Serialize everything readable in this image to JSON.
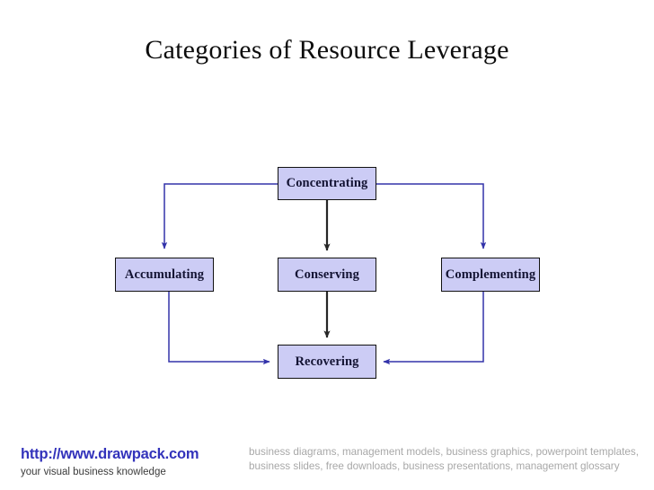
{
  "slide": {
    "title": "Categories of Resource Leverage",
    "background_color": "#ffffff"
  },
  "diagram": {
    "type": "flow-chart",
    "node_fill_color": "#ccccf5",
    "node_border_color": "#111111",
    "node_text_color": "#141434",
    "nodes": [
      {
        "id": "concentrating",
        "label": "Concentrating"
      },
      {
        "id": "accumulating",
        "label": "Accumulating"
      },
      {
        "id": "conserving",
        "label": "Conserving"
      },
      {
        "id": "complementing",
        "label": "Complementing"
      },
      {
        "id": "recovering",
        "label": "Recovering"
      }
    ],
    "connectors": [
      {
        "from": "concentrating",
        "to": "accumulating",
        "color": "#3333aa",
        "style": "elbow-left-down"
      },
      {
        "from": "concentrating",
        "to": "conserving",
        "color": "#262626",
        "style": "straight-down"
      },
      {
        "from": "concentrating",
        "to": "complementing",
        "color": "#3333aa",
        "style": "elbow-right-down"
      },
      {
        "from": "conserving",
        "to": "recovering",
        "color": "#262626",
        "style": "straight-down"
      },
      {
        "from": "accumulating",
        "to": "recovering",
        "color": "#3333aa",
        "style": "elbow-down-right"
      },
      {
        "from": "complementing",
        "to": "recovering",
        "color": "#3333aa",
        "style": "elbow-down-left"
      }
    ]
  },
  "footer": {
    "url": "http://www.drawpack.com",
    "url_color": "#3333bb",
    "tagline": "your visual business knowledge",
    "keywords": "business diagrams, management models, business graphics, powerpoint templates, business slides, free downloads, business presentations, management glossary",
    "keywords_color": "#a8a8a8"
  }
}
